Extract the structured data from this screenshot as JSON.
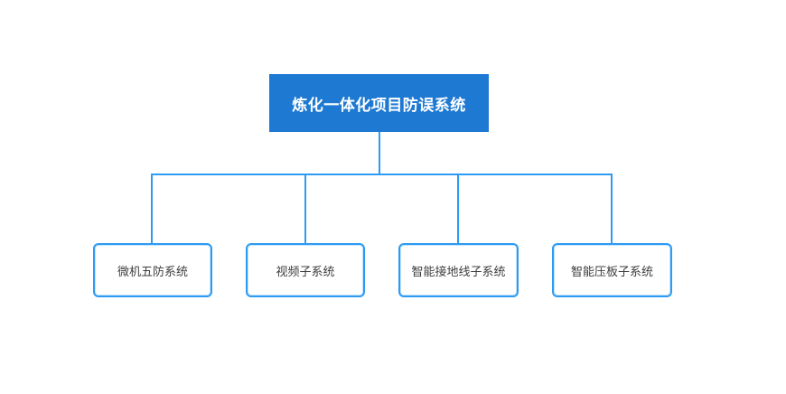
{
  "diagram": {
    "title": "炼化一体化项目防误系统",
    "root": {
      "label": "炼化一体化项目防误系统"
    },
    "children": [
      {
        "label": "微机五防系统"
      },
      {
        "label": "视频子系统"
      },
      {
        "label": "智能接地线子系统"
      },
      {
        "label": "智能压板子系统"
      }
    ]
  },
  "colors": {
    "background": "#ffffff",
    "root_fill": "#1e79d2",
    "root_text": "#ffffff",
    "connector": "#2e9bf2",
    "child_border": "#2e9bf2",
    "child_text": "#3d3d3d"
  }
}
